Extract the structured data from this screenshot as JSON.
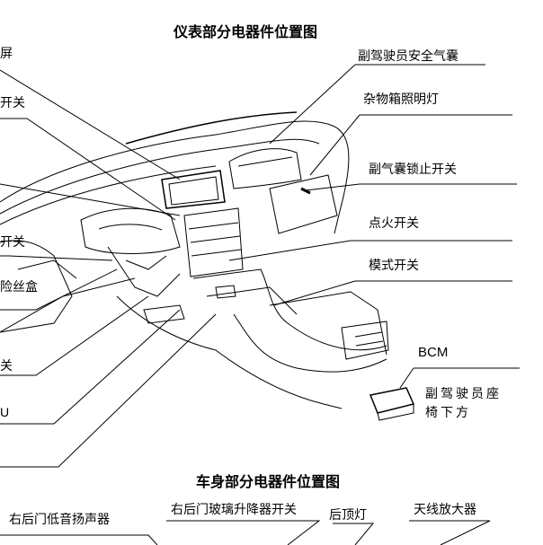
{
  "titles": {
    "instrument": "仪表部分电器件位置图",
    "body": "车身部分电器件位置图"
  },
  "right_labels": {
    "passenger_airbag": "副驾驶员安全气囊",
    "glovebox_lamp": "杂物箱照明灯",
    "airbag_lock_switch": "副气囊锁止开关",
    "ignition_switch": "点火开关",
    "mode_switch": "模式开关",
    "bcm": "BCM",
    "bcm_location_line1": "副驾驶员座",
    "bcm_location_line2": "椅下方"
  },
  "left_labels": {
    "l1": "屏",
    "l2": "开关",
    "l3": "开关",
    "l4": "险丝盒",
    "l5": "关",
    "l6": "U"
  },
  "bottom_labels": {
    "rear_right_woofer": "右后门低音扬声器",
    "rear_right_window_switch": "右后门玻璃升降器开关",
    "rear_dome_lamp": "后顶灯",
    "antenna_amplifier": "天线放大器"
  }
}
